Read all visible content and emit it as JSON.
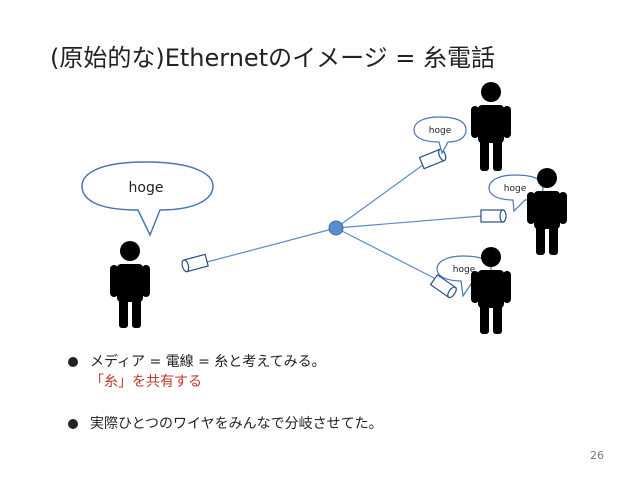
{
  "slide": {
    "title": "(原始的な)Ethernetのイメージ = 糸電話",
    "page_number": "26"
  },
  "diagram": {
    "speech_main": "hoge",
    "speech_top": "hoge",
    "speech_right": "hoge",
    "speech_bottom": "hoge",
    "colors": {
      "hub": "#5b8ccb",
      "line": "#5b8ccb",
      "person": "#000000",
      "bubble_stroke": "#4a76b4",
      "accent_text": "#c0392b"
    }
  },
  "bullets": {
    "item1_line1": "メディア = 電線 = 糸と考えてみる。",
    "item1_line2": "「糸」を共有する",
    "item2": "実際ひとつのワイヤをみんなで分岐させてた。"
  }
}
